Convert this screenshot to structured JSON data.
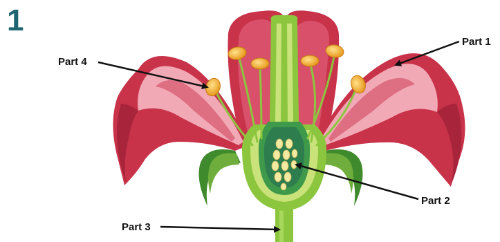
{
  "figure": {
    "number": "1"
  },
  "labels": {
    "part1": "Part 1",
    "part2": "Part 2",
    "part3": "Part 3",
    "part4": "Part 4"
  },
  "colors": {
    "figure_number": "#1f6470",
    "petal_dark": "#c8334a",
    "petal_mid": "#de6e82",
    "petal_light": "#f2a9b6",
    "stem_green": "#8cc63f",
    "sepal_green": "#3f8a2c",
    "ovary_dark": "#2e7d4f",
    "anther": "#f0a830",
    "ovule": "#f3e9a0",
    "arrow": "#111111"
  }
}
